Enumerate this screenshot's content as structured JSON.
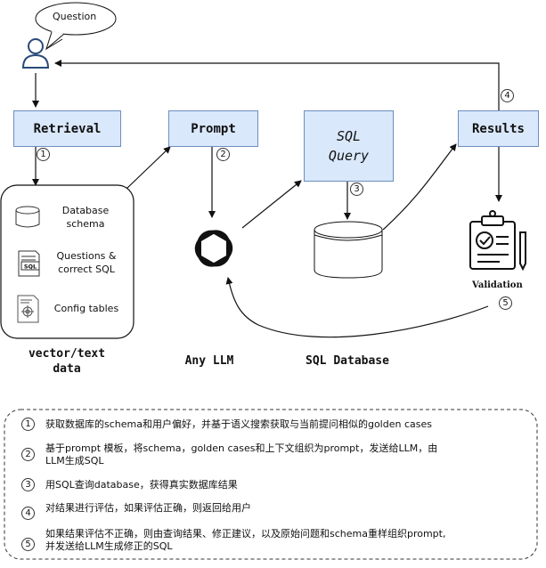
{
  "question_bubble": {
    "text": "Question"
  },
  "boxes": {
    "retrieval": "Retrieval",
    "prompt": "Prompt",
    "sql_query_line1": "SQL",
    "sql_query_line2": "Query",
    "results": "Results"
  },
  "sources": {
    "items": [
      {
        "label_line1": "Database",
        "label_line2": "schema",
        "icon": "database-icon"
      },
      {
        "label_line1": "Questions &",
        "label_line2": "correct SQL",
        "icon": "sql-file-icon"
      },
      {
        "label_line1": "Config tables",
        "label_line2": "",
        "icon": "config-file-icon"
      }
    ]
  },
  "captions": {
    "vector_line1": "vector/text",
    "vector_line2": "data",
    "any_llm": "Any LLM",
    "sql_database": "SQL Database"
  },
  "validation_label": "Validation",
  "step_numbers": [
    "1",
    "2",
    "3",
    "4",
    "5"
  ],
  "legend": [
    {
      "num": "1",
      "line1": "获取数据库的schema和用户偏好，并基于语义搜索获取与当前提问相似的golden cases",
      "line2": ""
    },
    {
      "num": "2",
      "line1": "基于prompt 模板，将schema，golden cases和上下文组织为prompt，发送给LLM，由",
      "line2": "LLM生成SQL"
    },
    {
      "num": "3",
      "line1": "用SQL查询database，获得真实数据库结果",
      "line2": ""
    },
    {
      "num": "4",
      "line1": "对结果进行评估，如果评估正确，则返回给用户",
      "line2": ""
    },
    {
      "num": "5",
      "line1": "如果结果评估不正确，则由查询结果、修正建议，以及原始问题和schema重样组织prompt,",
      "line2": "并发送给LLM生成修正的SQL"
    }
  ]
}
